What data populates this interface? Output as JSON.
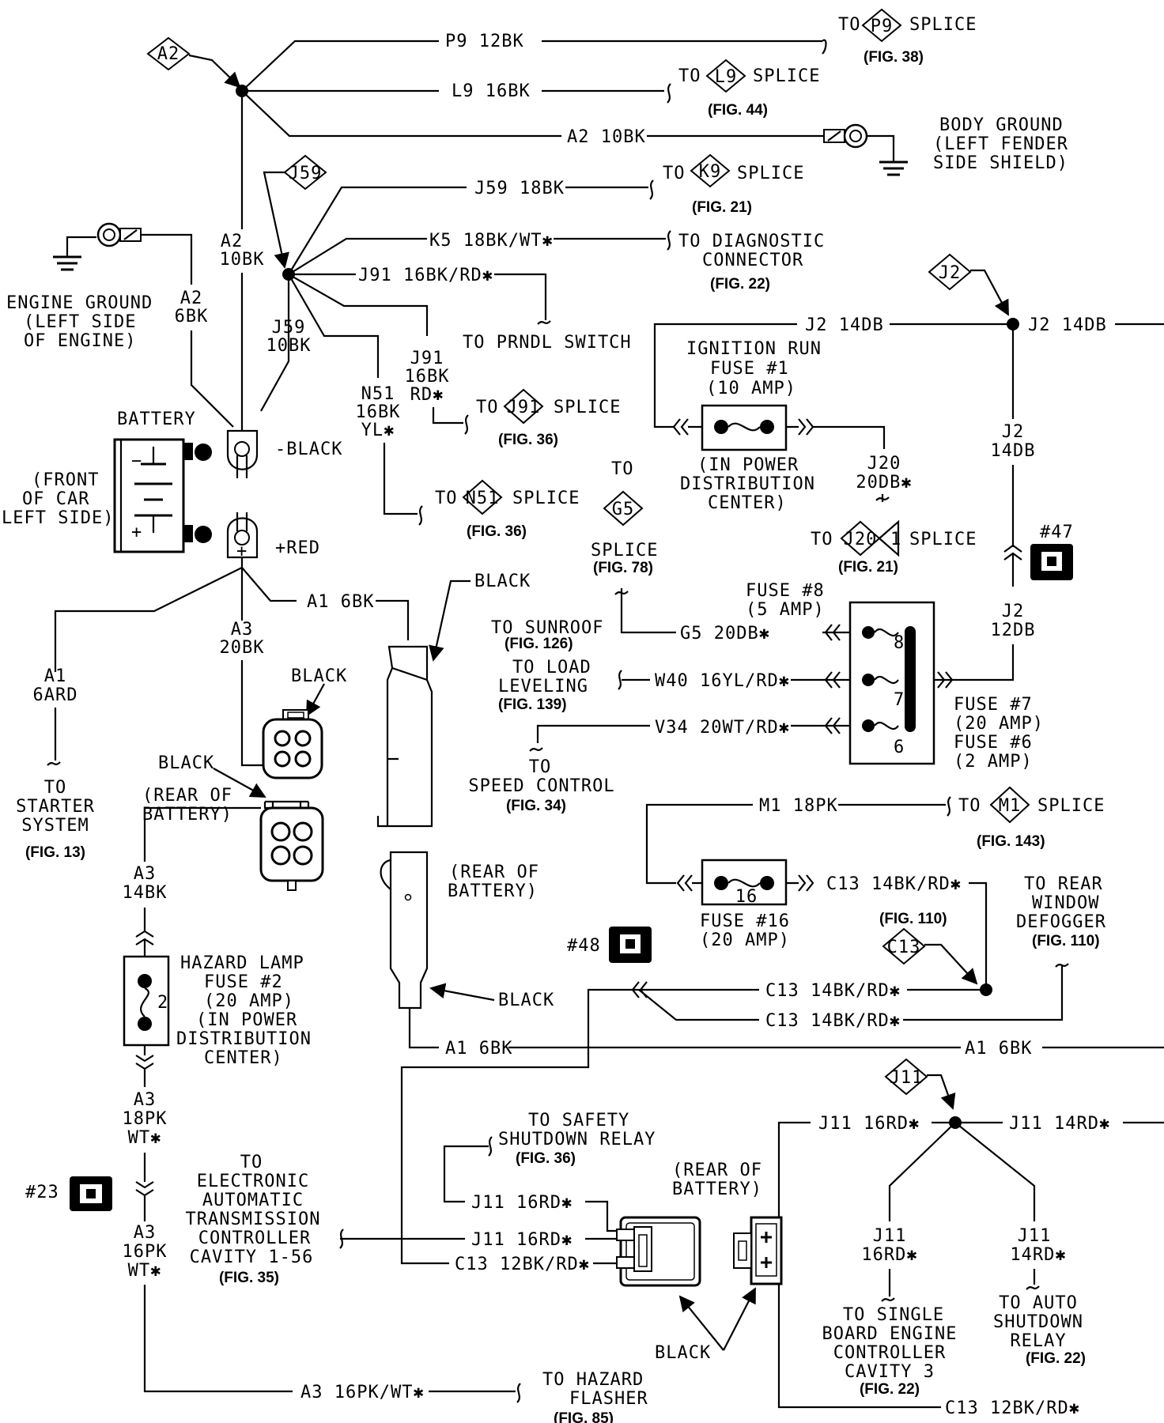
{
  "diamonds": {
    "a2": "A2",
    "j59": "J59",
    "j2": "J2",
    "p9": "P9",
    "l9": "L9",
    "k9": "K9",
    "j91": "J91",
    "n51": "N51",
    "g5": "G5",
    "j20": "J20",
    "m1": "M1",
    "c13": "C13",
    "j11": "J11"
  },
  "wires": {
    "p9": "P9 12BK",
    "l9": "L9 16BK",
    "a2_10bk": "A2 10BK",
    "j59_18bk": "J59 18BK",
    "k5": "K5 18BK/WT✱",
    "j91_top": "J91 16BK/RD✱",
    "j2_left": "J2 14DB",
    "j2_right": "J2 14DB",
    "g5": "G5 20DB✱",
    "w40": "W40 16YL/RD✱",
    "v34": "V34 20WT/RD✱",
    "m1": "M1 18PK",
    "c13_top": "C13 14BK/RD✱",
    "c13_a": "C13 14BK/RD✱",
    "c13_b": "C13 14BK/RD✱",
    "a1_left": "A1 6BK",
    "a1_mid": "A1 6BK",
    "a1_right": "A1 6BK",
    "j11_16rd_top": "J11 16RD✱",
    "j11_14rd": "J11 14RD✱",
    "j11_ssr": "J11 16RD✱",
    "j11_tcm": "J11 16RD✱",
    "c13_tcm": "C13 12BK/RD✱",
    "a3_bottom": "A3 16PK/WT✱",
    "c13_bottom": "C13 12BK/RD✱"
  },
  "vertical_labels": {
    "a2_10bk": [
      "A2",
      "10BK"
    ],
    "a2_6bk": [
      "A2",
      "6BK"
    ],
    "j59_10bk": [
      "J59",
      "10BK"
    ],
    "j91": [
      "J91",
      "16BK",
      "RD✱"
    ],
    "n51": [
      "N51",
      "16BK",
      "YL✱"
    ],
    "a3_20bk": [
      "A3",
      "20BK"
    ],
    "a1_6grd": [
      "A1",
      "6ARD"
    ],
    "a3_14bk": [
      "A3",
      "14BK"
    ],
    "a3_18pk": [
      "A3",
      "18PK",
      "WT✱"
    ],
    "a3_16pk": [
      "A3",
      "16PK",
      "WT✱"
    ],
    "j2_14db": [
      "J2",
      "14DB"
    ],
    "j2_12db": [
      "J2",
      "12DB"
    ],
    "j20": [
      "J20",
      "20DB✱"
    ],
    "j11_16rd": [
      "J11",
      "16RD✱"
    ],
    "j11_14rd": [
      "J11",
      "14RD✱"
    ]
  },
  "destinations": {
    "to": "TO",
    "splice": "SPLICE",
    "diag": [
      "TO DIAGNOSTIC",
      "CONNECTOR"
    ],
    "prndl": "TO PRNDL SWITCH",
    "sunroof": "TO SUNROOF",
    "load": [
      "TO LOAD",
      "LEVELING"
    ],
    "speed": [
      "TO",
      "SPEED CONTROL"
    ],
    "starter": [
      "TO",
      "STARTER",
      "SYSTEM"
    ],
    "rear_defog": [
      "TO REAR",
      "WINDOW",
      "DEFOGGER"
    ],
    "ssr": [
      "TO SAFETY",
      "SHUTDOWN RELAY"
    ],
    "eatx": [
      "TO",
      "ELECTRONIC",
      "AUTOMATIC",
      "TRANSMISSION",
      "CONTROLLER",
      "CAVITY 1-56"
    ],
    "sbec": [
      "TO SINGLE",
      "BOARD ENGINE",
      "CONTROLLER",
      "CAVITY 3"
    ],
    "asd": [
      "TO AUTO",
      "SHUTDOWN",
      "RELAY"
    ],
    "hazard_flasher": [
      "TO HAZARD",
      "FLASHER"
    ]
  },
  "figs": {
    "fig38": "(FIG. 38)",
    "fig44": "(FIG. 44)",
    "fig21a": "(FIG. 21)",
    "fig22a": "(FIG. 22)",
    "fig36a": "(FIG. 36)",
    "fig36b": "(FIG. 36)",
    "fig78": "(FIG. 78)",
    "fig21b": "(FIG. 21)",
    "fig126": "(FIG. 126)",
    "fig139": "(FIG. 139)",
    "fig34": "(FIG. 34)",
    "fig143": "(FIG. 143)",
    "fig13": "(FIG. 13)",
    "fig110a": "(FIG. 110)",
    "fig110b": "(FIG. 110)",
    "fig36c": "(FIG. 36)",
    "fig35": "(FIG. 35)",
    "fig22b": "(FIG. 22)",
    "fig22c": "(FIG. 22)",
    "fig85": "(FIG. 85)"
  },
  "components": {
    "body_ground": [
      "BODY GROUND",
      "(LEFT FENDER",
      "SIDE SHIELD)"
    ],
    "engine_ground": [
      "ENGINE GROUND",
      "(LEFT SIDE",
      "OF ENGINE)"
    ],
    "battery": "BATTERY",
    "front_of_car": [
      "(FRONT",
      "OF CAR",
      "LEFT SIDE)"
    ],
    "neg_black": "-BLACK",
    "pos_red": "+RED",
    "minus_sign": "−",
    "plus_sign": "+",
    "ign_fuse": [
      "IGNITION RUN",
      "FUSE #1",
      "(10 AMP)"
    ],
    "pdc": [
      "(IN POWER",
      "DISTRIBUTION",
      "CENTER)"
    ],
    "fuse8": [
      "FUSE #8",
      "(5 AMP)"
    ],
    "fuse7": [
      "FUSE #7",
      "(20 AMP)"
    ],
    "fuse6": [
      "FUSE #6",
      "(2 AMP)"
    ],
    "fuse_nums": [
      "8",
      "7",
      "6"
    ],
    "fuse16": [
      "FUSE #16",
      "(20 AMP)"
    ],
    "fuse16_num": "16",
    "hazard_fuse": [
      "HAZARD LAMP",
      "FUSE #2",
      "(20 AMP)",
      "(IN POWER",
      "DISTRIBUTION",
      "CENTER)"
    ],
    "hazard_num": "2",
    "black": "BLACK",
    "rear_of_battery": [
      "(REAR OF",
      "BATTERY)"
    ],
    "conn47": "#47",
    "conn48": "#48",
    "conn23": "#23",
    "j20_cavity": "1"
  }
}
